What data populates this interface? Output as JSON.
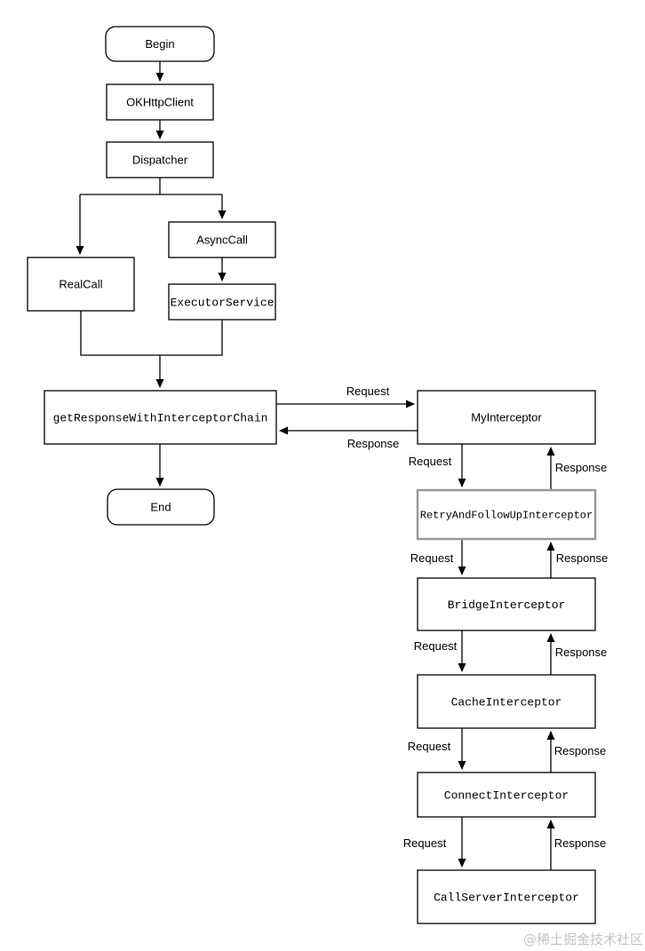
{
  "diagram": {
    "nodes": {
      "begin": {
        "label": "Begin",
        "shape": "rounded"
      },
      "okhttpclient": {
        "label": "OKHttpClient",
        "shape": "rect"
      },
      "dispatcher": {
        "label": "Dispatcher",
        "shape": "rect"
      },
      "realcall": {
        "label": "RealCall",
        "shape": "rect"
      },
      "asynccall": {
        "label": "AsyncCall",
        "shape": "rect"
      },
      "executorservice": {
        "label": "ExecutorService",
        "shape": "rect"
      },
      "get_response_with_interceptor_chain": {
        "label": "getResponseWithInterceptorChain",
        "shape": "rect"
      },
      "end": {
        "label": "End",
        "shape": "rounded"
      },
      "myinterceptor": {
        "label": "MyInterceptor",
        "shape": "rect"
      },
      "retry_and_follow_up_interceptor": {
        "label": "RetryAndFollowUpInterceptor",
        "shape": "rect-highlight"
      },
      "bridge_interceptor": {
        "label": "BridgeInterceptor",
        "shape": "rect"
      },
      "cache_interceptor": {
        "label": "CacheInterceptor",
        "shape": "rect"
      },
      "connect_interceptor": {
        "label": "ConnectInterceptor",
        "shape": "rect"
      },
      "call_server_interceptor": {
        "label": "CallServerInterceptor",
        "shape": "rect"
      }
    },
    "edge_labels": {
      "request": "Request",
      "response": "Response"
    },
    "flow": [
      "Begin -> OKHttpClient -> Dispatcher",
      "Dispatcher -> RealCall",
      "Dispatcher -> AsyncCall -> ExecutorService",
      "RealCall + ExecutorService -> getResponseWithInterceptorChain -> End",
      "getResponseWithInterceptorChain <-> MyInterceptor <-> RetryAndFollowUpInterceptor <-> BridgeInterceptor <-> CacheInterceptor <-> ConnectInterceptor <-> CallServerInterceptor"
    ],
    "watermark": "@稀土掘金技术社区",
    "colors": {
      "line": "#000000",
      "background": "#ffffff",
      "highlight_border": "#999999",
      "watermark": "#c4c4c4"
    }
  }
}
